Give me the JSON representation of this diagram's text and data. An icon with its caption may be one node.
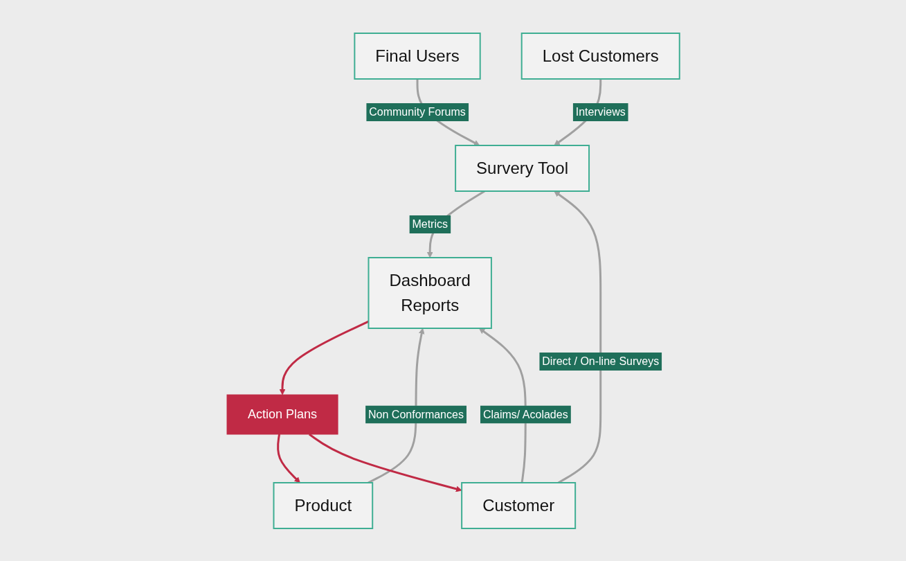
{
  "diagram": {
    "nodes": [
      {
        "text": [
          "Final Users"
        ]
      },
      {
        "text": [
          "Customer"
        ]
      },
      {
        "text": [
          "Lost Customers"
        ]
      },
      {
        "text": [
          "Survery Tool"
        ]
      },
      {
        "text": [
          "Product"
        ]
      },
      {
        "text": [
          "Dashboard",
          "Reports"
        ]
      },
      {
        "text": [
          "Action Plans"
        ]
      }
    ],
    "edges": [
      {
        "from": 0,
        "to": 3,
        "arrow": "to",
        "label": "Community Forums"
      },
      {
        "from": 1,
        "to": 3,
        "arrow": "to",
        "label": "Direct / On-line Surveys"
      },
      {
        "from": 2,
        "to": 3,
        "arrow": "to",
        "label": "Interviews"
      },
      {
        "from": 3,
        "to": 5,
        "arrow": "to",
        "label": "Metrics"
      },
      {
        "from": 1,
        "to": 5,
        "arrow": "to",
        "label": "Claims/ Acolades"
      },
      {
        "from": 4,
        "to": 5,
        "arrow": "to",
        "label": "Non Conformances"
      },
      {
        "from": 5,
        "to": 6,
        "arrow": "to",
        "color": "#c02a45"
      },
      {
        "from": 6,
        "to": 4,
        "arrow": "to",
        "color": "#c02a45"
      },
      {
        "from": 6,
        "to": 1,
        "arrow": "to",
        "color": "#c02a45"
      }
    ]
  }
}
